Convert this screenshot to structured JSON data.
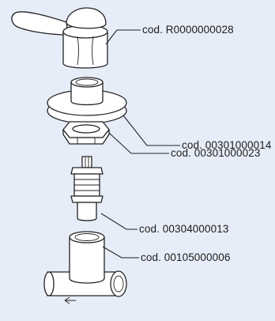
{
  "diagram": {
    "parts": [
      {
        "name": "lever-handle",
        "code": "cod. R0000000028"
      },
      {
        "name": "cover-flange",
        "code": "cod. 00301000014"
      },
      {
        "name": "hex-nut",
        "code": "cod. 00301000023"
      },
      {
        "name": "headwork-cartridge",
        "code": "cod. 00304000013"
      },
      {
        "name": "valve-body",
        "code": "cod. 00105000006"
      }
    ]
  }
}
